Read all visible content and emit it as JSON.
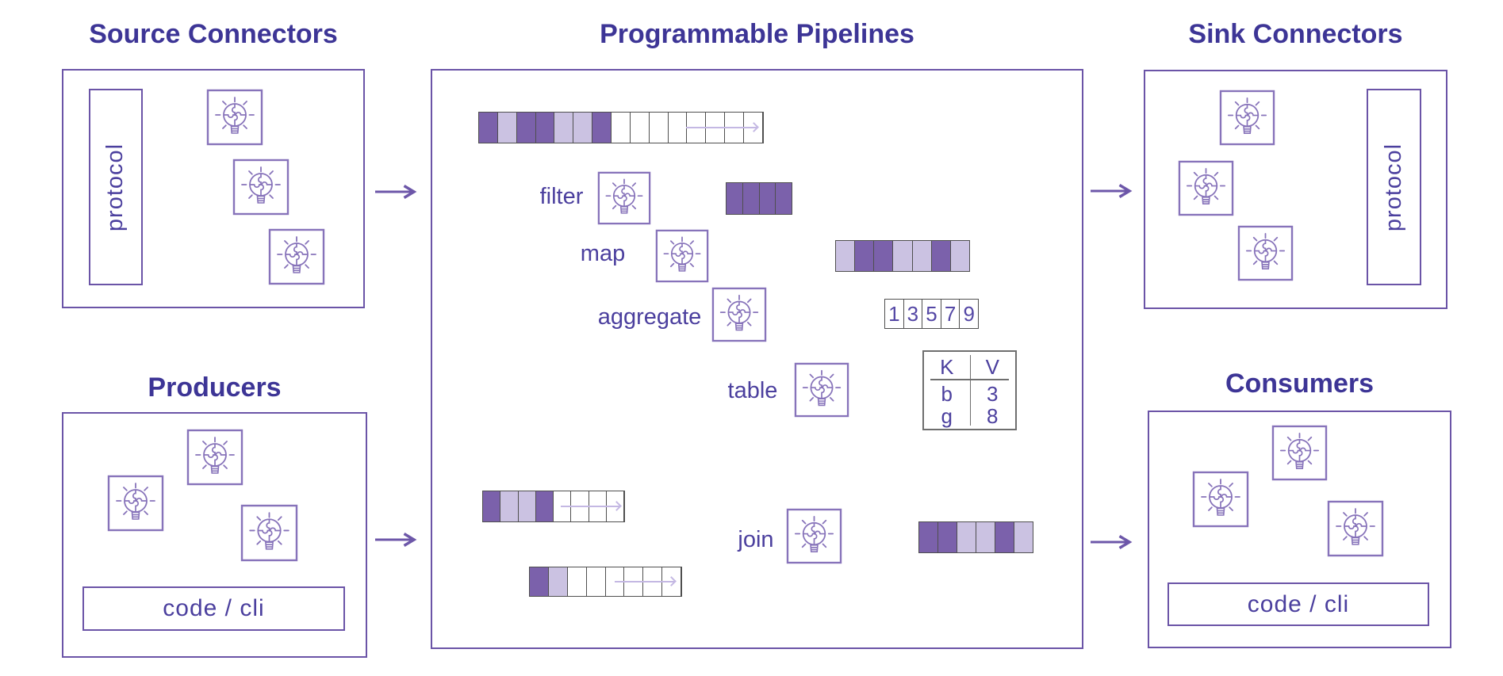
{
  "source": {
    "title": "Source Connectors",
    "protocol": "protocol"
  },
  "sink": {
    "title": "Sink Connectors",
    "protocol": "protocol"
  },
  "producers": {
    "title": "Producers",
    "code": "code / cli"
  },
  "consumers": {
    "title": "Consumers",
    "code": "code / cli"
  },
  "pipelines": {
    "title": "Programmable Pipelines",
    "labels": {
      "filter": "filter",
      "map": "map",
      "aggregate": "aggregate",
      "table": "table",
      "join": "join"
    },
    "strips": {
      "input": {
        "cells": [
          "D",
          "L",
          "D",
          "D",
          "L",
          "L",
          "D",
          "W",
          "W",
          "W",
          "W",
          "W",
          "W",
          "W",
          "W"
        ],
        "arrow": [
          0.73,
          0.98
        ]
      },
      "filter_out": {
        "cells": [
          "D",
          "D",
          "D",
          "D"
        ]
      },
      "map_out": {
        "cells": [
          "L",
          "D",
          "D",
          "L",
          "L",
          "D",
          "L"
        ]
      },
      "aggregate_out": {
        "cells": [
          "1",
          "3",
          "5",
          "7",
          "9"
        ],
        "numeric": true
      },
      "join_in_a": {
        "cells": [
          "D",
          "L",
          "L",
          "D",
          "W",
          "W",
          "W",
          "W"
        ],
        "arrow": [
          0.55,
          0.97
        ]
      },
      "join_in_b": {
        "cells": [
          "D",
          "L",
          "W",
          "W",
          "W",
          "W",
          "W",
          "W"
        ],
        "arrow": [
          0.56,
          0.96
        ]
      },
      "join_out": {
        "cells": [
          "D",
          "D",
          "L",
          "L",
          "D",
          "L"
        ]
      }
    },
    "kv": {
      "k": "K",
      "v": "V",
      "rows": [
        [
          "b",
          "3"
        ],
        [
          "g",
          "8"
        ]
      ]
    }
  },
  "colors": {
    "title_text": "#3d3596",
    "label_text": "#4b3f9e",
    "box_border": "#6b54a7",
    "icon_stroke": "#8773ba",
    "arrow": "#7e68b3",
    "arrow_light": "#c4b8e3",
    "cell_dark": "#7b61ab",
    "cell_light": "#cbc2e2",
    "cell_border": "#4f4f4f"
  }
}
